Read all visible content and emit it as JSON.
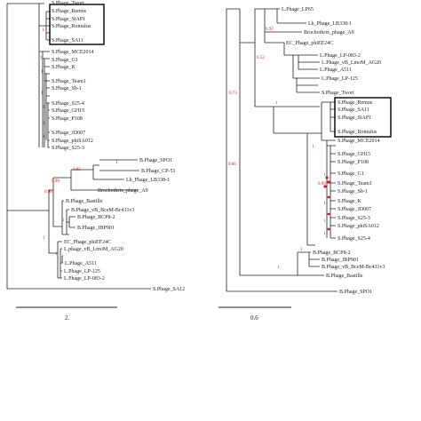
{
  "colors": {
    "branch": "#222222",
    "support": "#d01818",
    "box": "#000000"
  },
  "left_tree": {
    "scale_label": "2.",
    "labels": [
      "S.Phage_Twort",
      "S.Phage_Remus",
      "S.Phage_StAP1",
      "S.Phage_Romulus",
      "S.Phage_SA11",
      "S.Phage_MCE2014",
      "S.Phage_G1",
      "S.Phage_K",
      "S.Phage_Team1",
      "S.Phage_Sb-1",
      "S.Phage_S25-4",
      "S.Phage_GH15",
      "S.Phage_P108",
      "S.Phage_JD007",
      "S.Phage_phiSA012",
      "S.Phage_S25-3",
      "B.Phage_SPO1",
      "B.Phage_CP-51",
      "Lb_Phage_LB338-1",
      "Brochothrix_phage_A9",
      "B.Phage_Bastille",
      "B.Phage_vB_BceM-Bc431v3",
      "B.Phage_BCP8-2",
      "B.Phage_JBP901",
      "EC_Phage_phiEF24C",
      "L.phage_vB_LmoM_AG20",
      "L.Phage_A511",
      "L.Phage_LP-125",
      "L.Phage_LP-083-2",
      "S.Phage_SA12"
    ],
    "support": [
      "1",
      "0.85",
      "0.99",
      "0.98",
      "1",
      "1",
      "1",
      "1",
      "1",
      "1",
      "1",
      "1",
      "1",
      "1"
    ]
  },
  "right_tree": {
    "scale_label": "0.6",
    "labels": [
      "L.Phage_LP65",
      "Lb_Phage_LB338-1",
      "Brochothrix_phage_A9",
      "EC_Phage_phiEF24C",
      "L.Phage_LP-083-2",
      "L.Phage_vB_LmoM_AG20",
      "L.Phage_A511",
      "L.Phage_LP-125",
      "S.Phage_Twort",
      "S.Phage_Remus",
      "S.Phage_SA11",
      "S.Phage_StAP1",
      "S.Phage_Romulus",
      "S.Phage_MCE2014",
      "S.Phage_GH15",
      "S.Phage_P108",
      "S.Phage_G1",
      "S.Phage_Team1",
      "S.Phage_Sb-1",
      "S.Phage_K",
      "S.Phage_JD007",
      "S.Phage_S25-3",
      "S.Phage_phiSA012",
      "S.Phage_S25-4",
      "B.Phage_BCP8-2",
      "B.Phage_JBP901",
      "B.Phage_vB_BceM-Bc431v3",
      "B.Phage_Bastille",
      "B.Phage_SPO1"
    ],
    "support": [
      "0.97",
      "0.52",
      "0.73",
      "1",
      "0.66",
      "1",
      "1",
      "1",
      "0.99",
      "1",
      "1",
      "1",
      "1"
    ]
  }
}
